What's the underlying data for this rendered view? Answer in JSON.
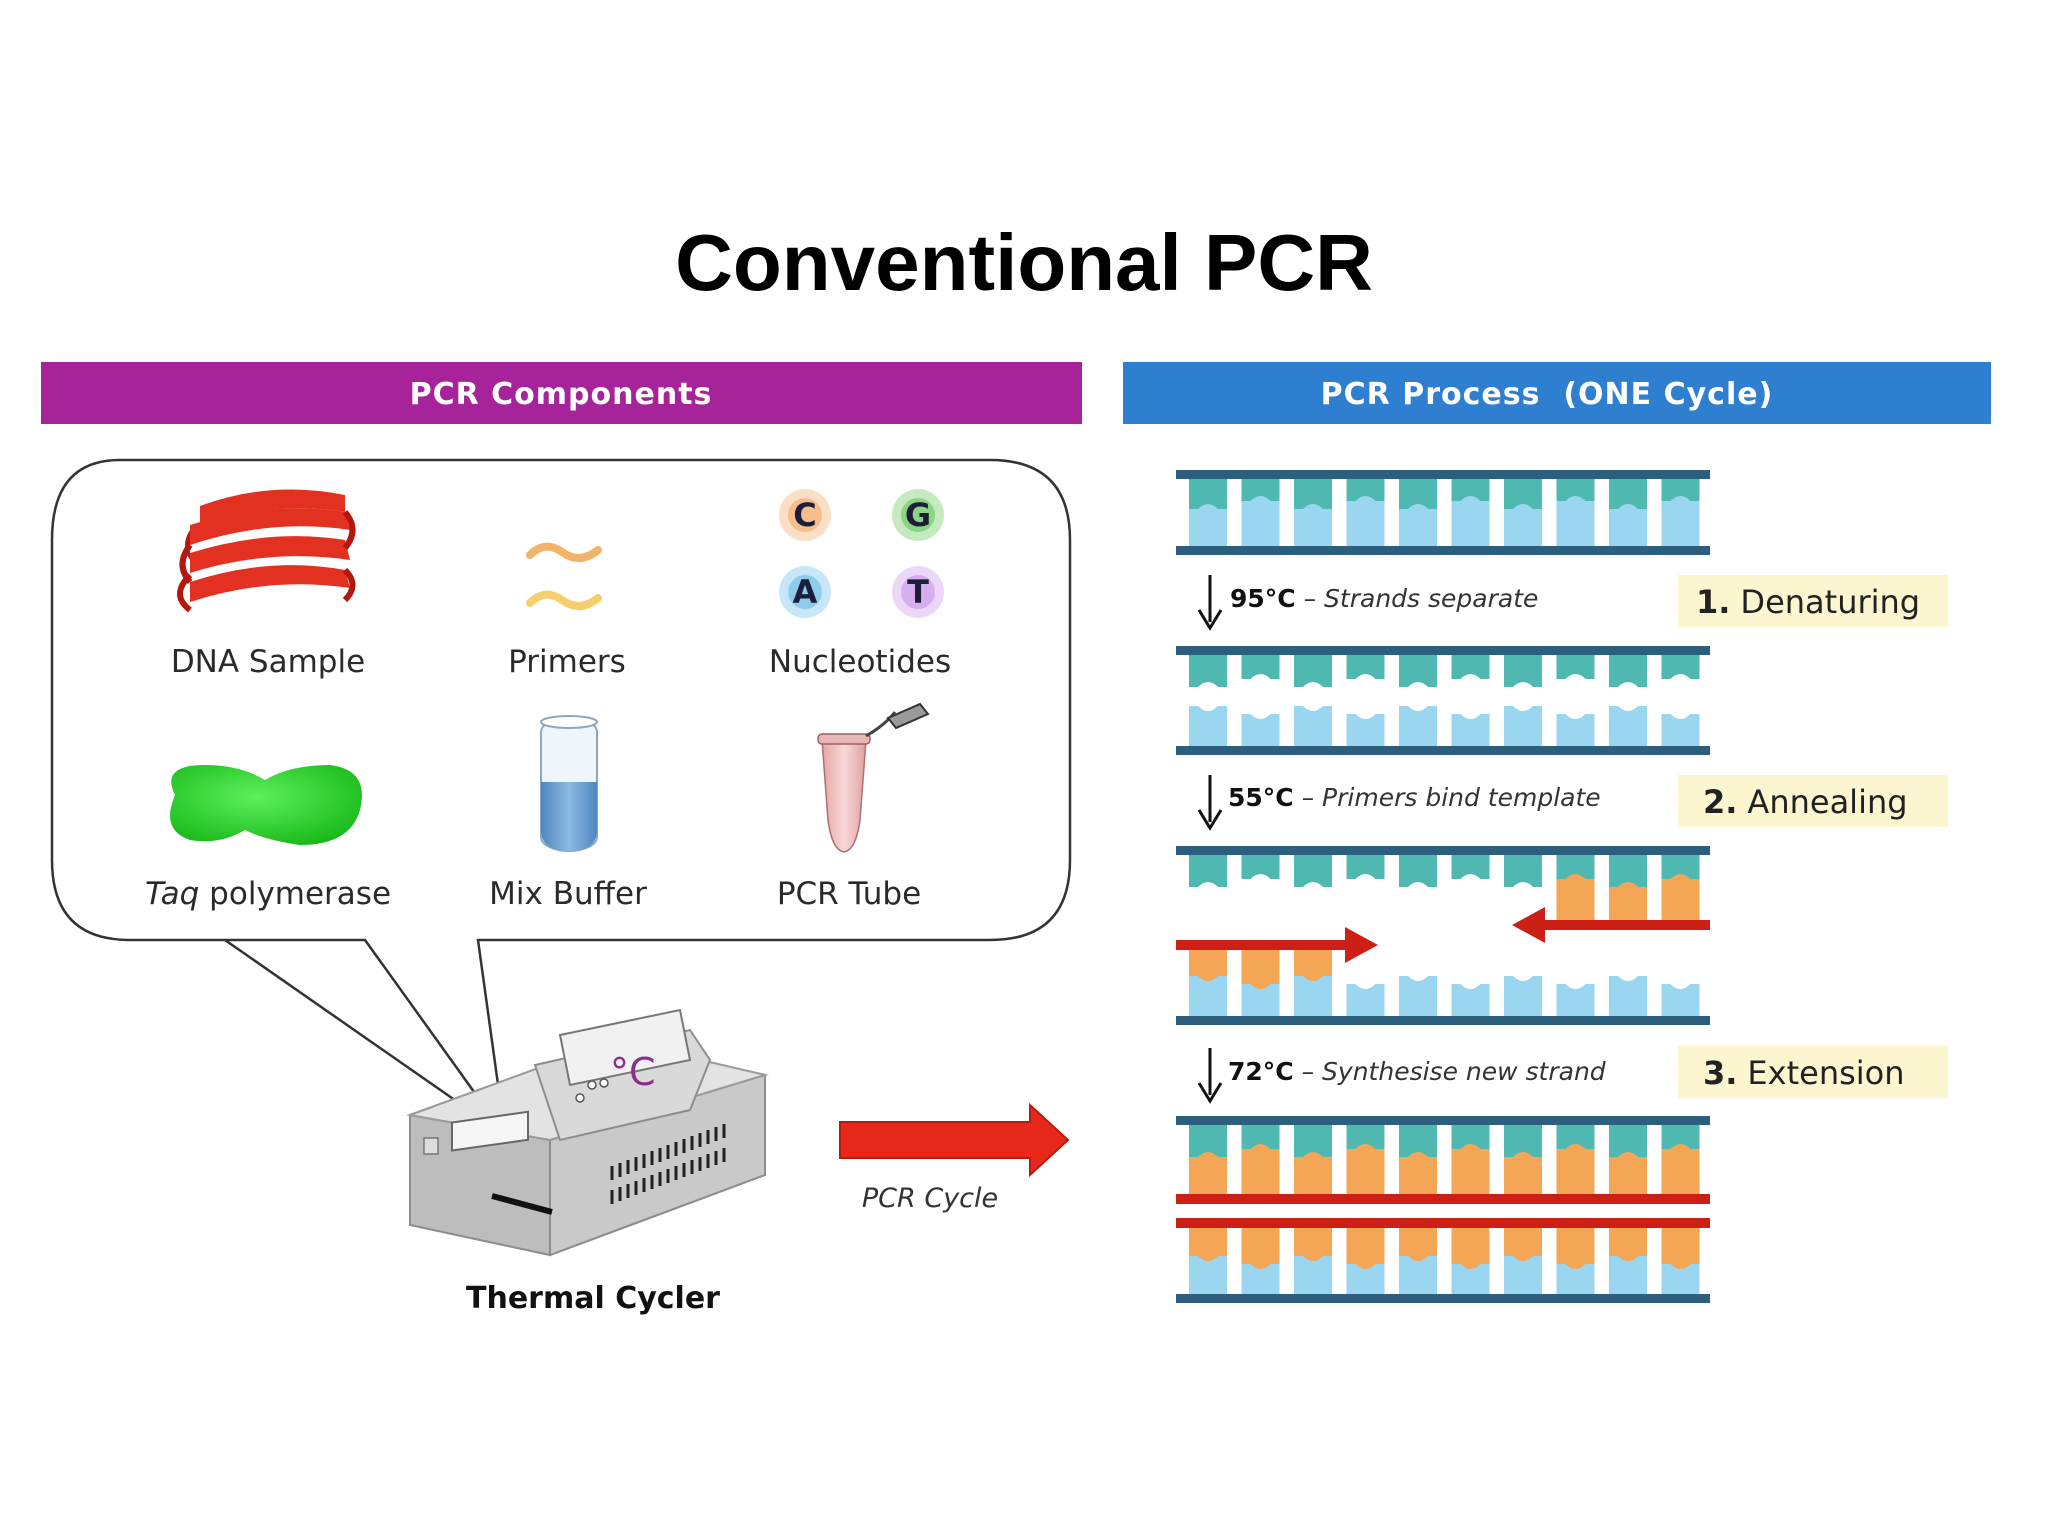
{
  "title": "Conventional PCR",
  "left_panel": {
    "header": "PCR Components",
    "header_color": "#a6239a",
    "components": [
      {
        "label": "DNA Sample",
        "icon": "dna-helix-icon"
      },
      {
        "label": "Primers",
        "icon": "primers-icon"
      },
      {
        "label": "Nucleotides",
        "icon": "nucleotides-icon"
      },
      {
        "label_italic": "Taq",
        "label": " polymerase",
        "icon": "taq-polymerase-icon"
      },
      {
        "label": "Mix Buffer",
        "icon": "buffer-tube-icon"
      },
      {
        "label": "PCR Tube",
        "icon": "pcr-tube-icon"
      }
    ],
    "nucleotides": [
      {
        "letter": "C",
        "color": "#f2a35a"
      },
      {
        "letter": "G",
        "color": "#58c24a"
      },
      {
        "letter": "A",
        "color": "#5fb7e8"
      },
      {
        "letter": "T",
        "color": "#c58be8"
      }
    ],
    "machine_display": "°C",
    "machine_label": "Thermal Cycler",
    "cycle_label": "PCR Cycle"
  },
  "right_panel": {
    "header": "PCR Process  (ONE Cycle)",
    "header_color": "#2f7fd1",
    "steps": [
      {
        "temp": "95°C",
        "dash": " – ",
        "desc": "Strands separate",
        "phase": "1.",
        "phase_name": "Denaturing"
      },
      {
        "temp": "55°C",
        "dash": " – ",
        "desc": "Primers bind template",
        "phase": "2.",
        "phase_name": "Annealing"
      },
      {
        "temp": "72°C",
        "dash": " – ",
        "desc": "Synthesise new strand",
        "phase": "3.",
        "phase_name": "Extension"
      }
    ],
    "colors": {
      "backbone": "#2c5f7e",
      "base_teal": "#4fb8b0",
      "base_light": "#9ad6ef",
      "base_new": "#f4a556",
      "primer": "#cc2017",
      "phase_bg": "#fbf6cf"
    }
  }
}
